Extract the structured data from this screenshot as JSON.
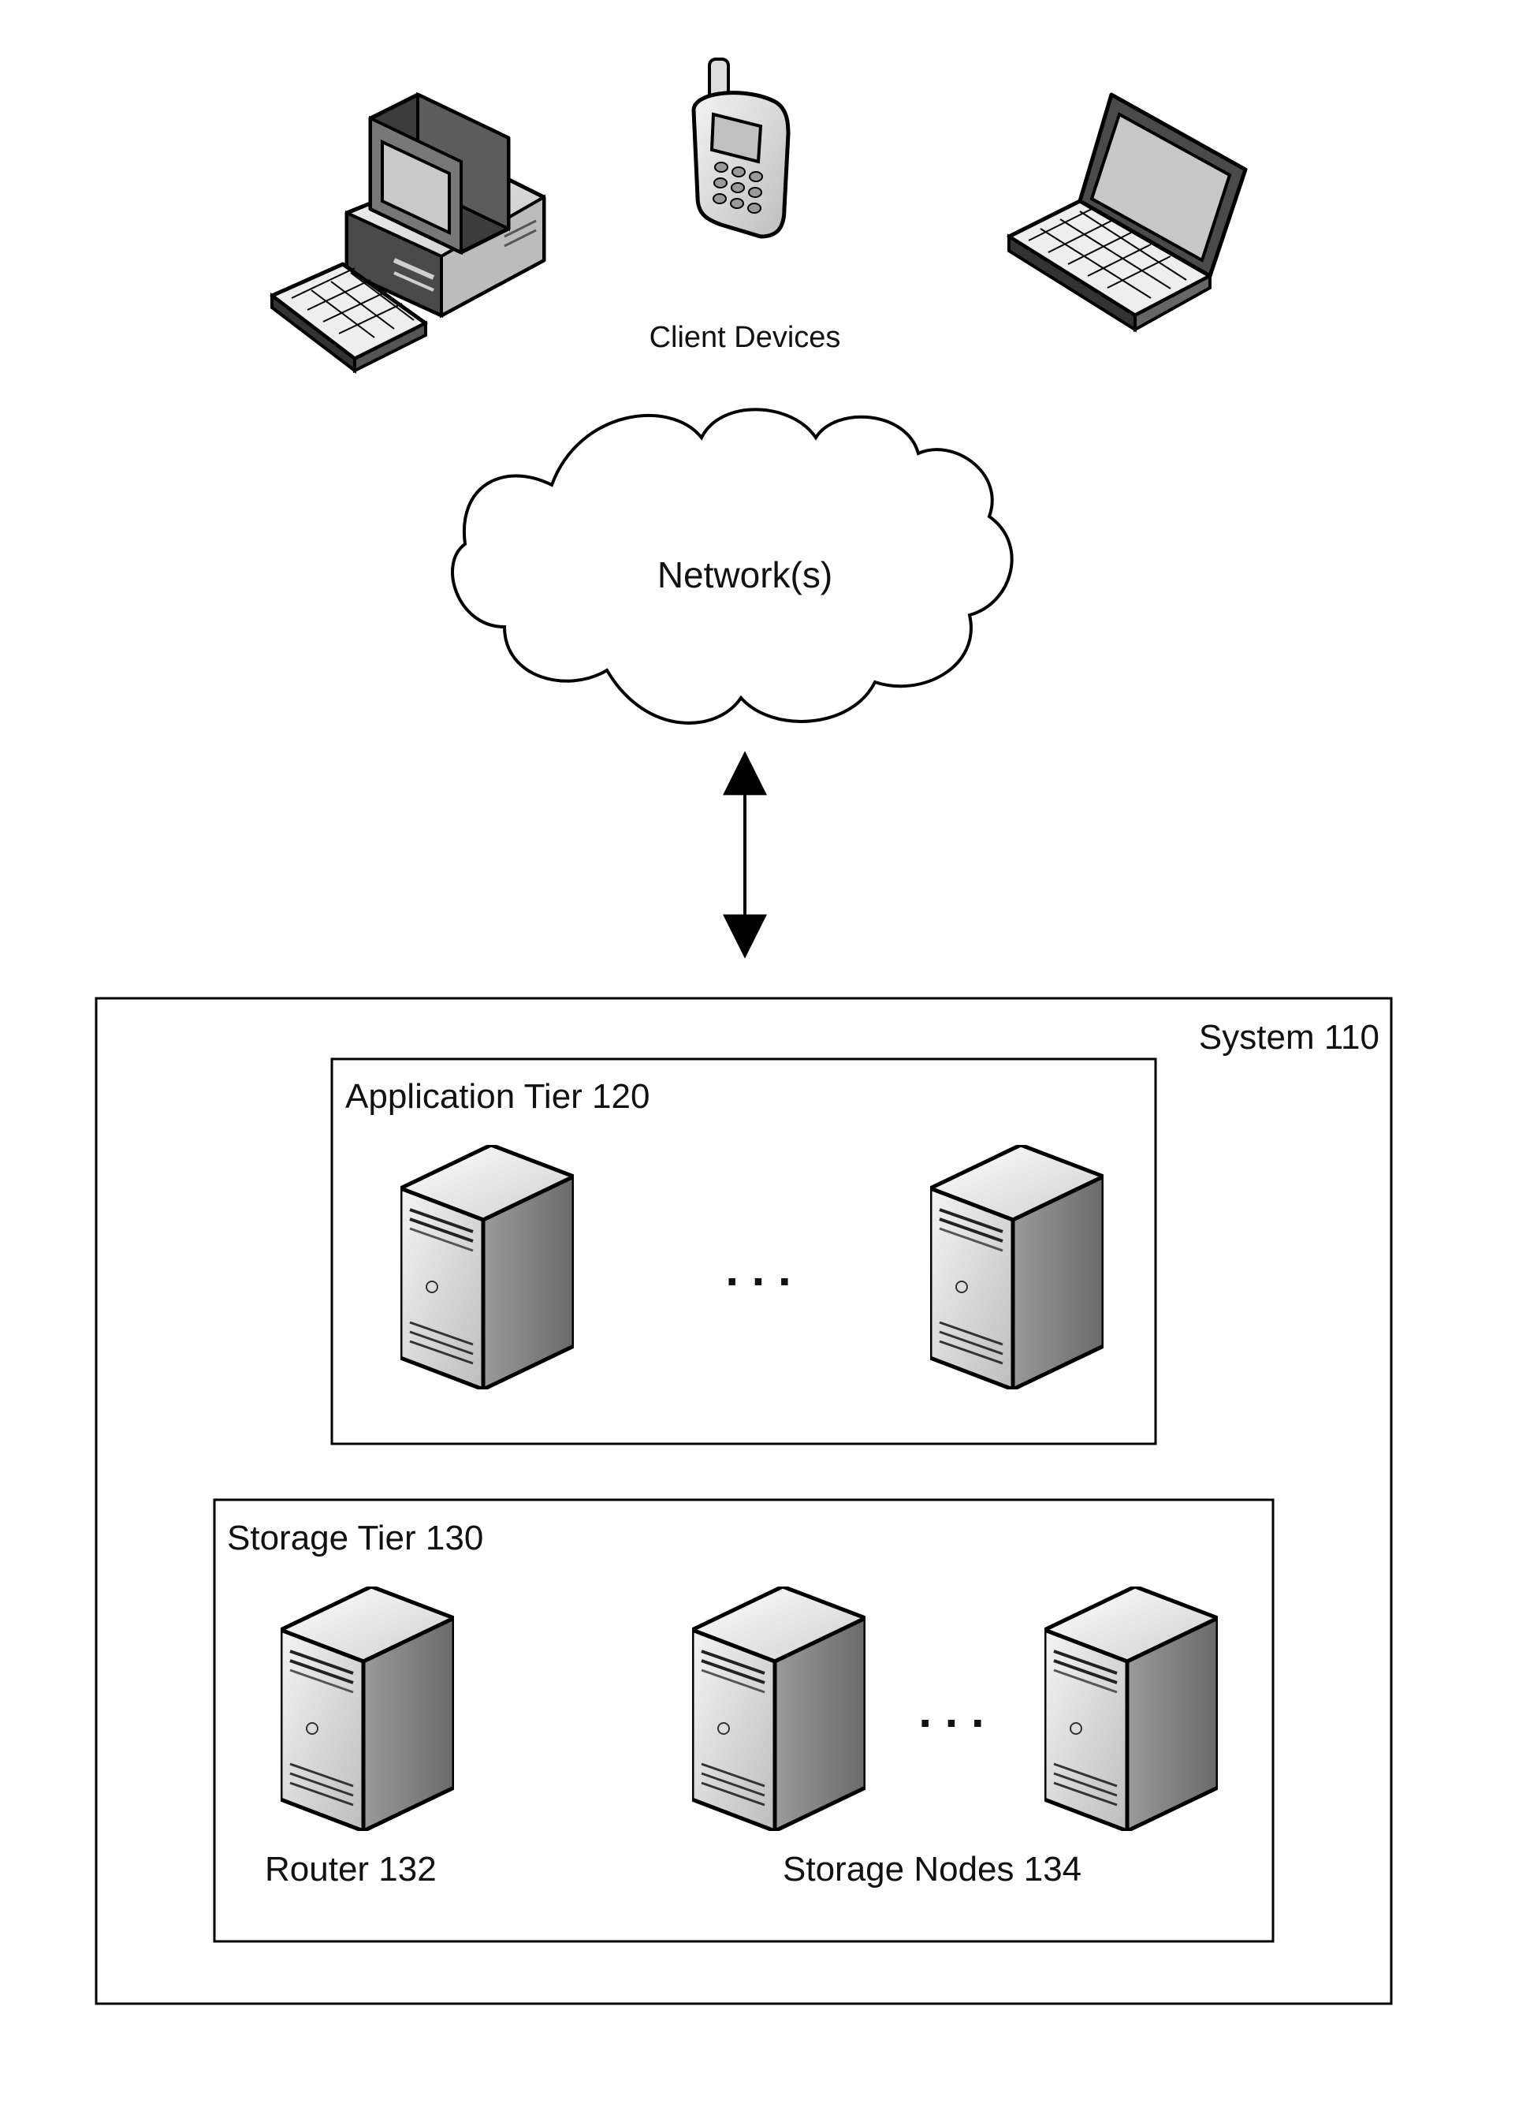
{
  "client_devices": {
    "label": "Client Devices",
    "devices": [
      {
        "icon": "desktop-computer-icon"
      },
      {
        "icon": "mobile-phone-icon"
      },
      {
        "icon": "laptop-icon"
      }
    ]
  },
  "network": {
    "label": "Network(s)",
    "icon": "cloud-icon"
  },
  "connection": {
    "icon": "bidirectional-arrow-icon"
  },
  "system": {
    "label": "System 110",
    "application_tier": {
      "label": "Application Tier 120",
      "ellipsis": ". . .",
      "server_icon": "server-tower-icon"
    },
    "storage_tier": {
      "label": "Storage Tier 130",
      "router_label": "Router 132",
      "storage_nodes_label": "Storage Nodes 134",
      "ellipsis": ". . .",
      "server_icon": "server-tower-icon"
    }
  }
}
